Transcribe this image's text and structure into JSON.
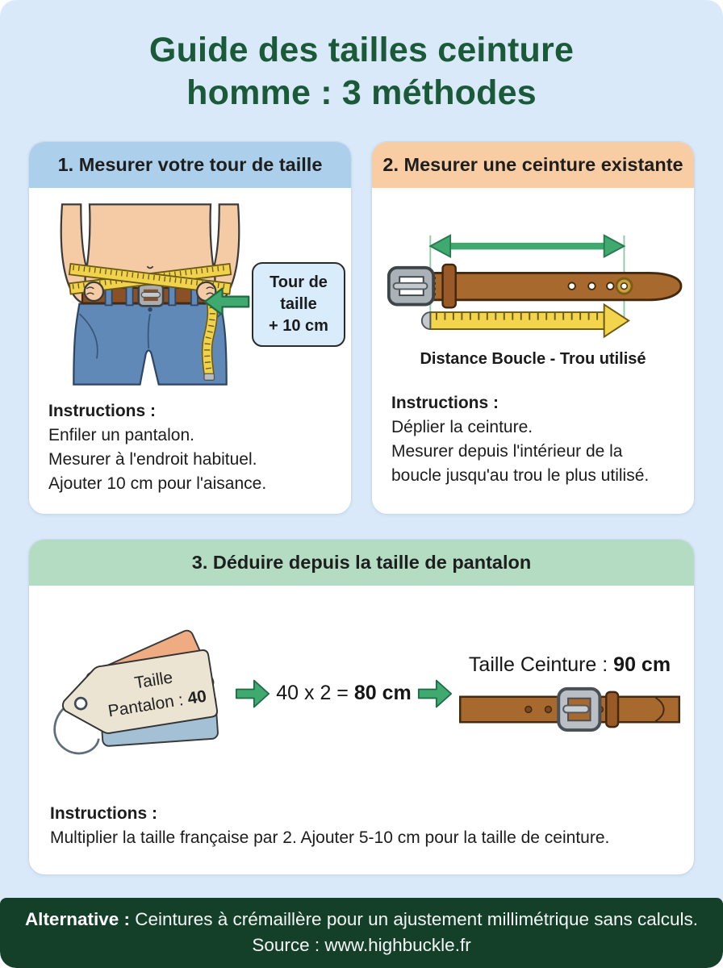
{
  "title": {
    "line1": "Guide des tailles ceinture",
    "line2": "homme : 3 méthodes"
  },
  "cards": {
    "method1": {
      "header": "1. Mesurer votre tour de taille",
      "callout_line1": "Tour de",
      "callout_line2": "taille",
      "callout_line3": "+ 10 cm",
      "instructions_label": "Instructions :",
      "instructions": [
        "Enfiler un pantalon.",
        "Mesurer à l'endroit habituel.",
        "Ajouter 10 cm pour l'aisance."
      ]
    },
    "method2": {
      "header": "2. Mesurer une ceinture existante",
      "caption": "Distance Boucle - Trou utilisé",
      "instructions_label": "Instructions :",
      "instructions": [
        "Déplier la ceinture.",
        "Mesurer depuis l'intérieur de la boucle jusqu'au trou le plus utilisé."
      ]
    },
    "method3": {
      "header": "3. Déduire depuis la taille de pantalon",
      "tag_line1": "Taille",
      "tag_line2_prefix": "Pantalon : ",
      "tag_size": "40",
      "formula_prefix": "40 x 2 = ",
      "formula_result": "80 cm",
      "result_prefix": "Taille Ceinture : ",
      "result_value": "90 cm",
      "instructions_label": "Instructions :",
      "instructions": [
        "Multiplier la taille française par 2. Ajouter 5-10 cm pour la taille de ceinture."
      ]
    }
  },
  "footer": {
    "alternative_label": "Alternative :",
    "alternative_text": " Ceintures à crémaillère pour un ajustement millimétrique sans calculs.",
    "source": "Source : www.highbuckle.fr"
  },
  "icons": {
    "callout_arrow": "arrow-left",
    "flow_arrow": "arrow-right",
    "measure_arrow": "double-headed-arrow",
    "ruler_arrow": "ruler-arrow-right"
  },
  "colors": {
    "background": "#d9e9f9",
    "title_green": "#1a5a38",
    "card1_header": "#accfeb",
    "card2_header": "#f8cda4",
    "card3_header": "#b3dcc2",
    "footer_background": "#14402a",
    "arrow_green": "#3fa970",
    "tape_yellow": "#f1d24d",
    "belt_brown": "#a8692e"
  }
}
